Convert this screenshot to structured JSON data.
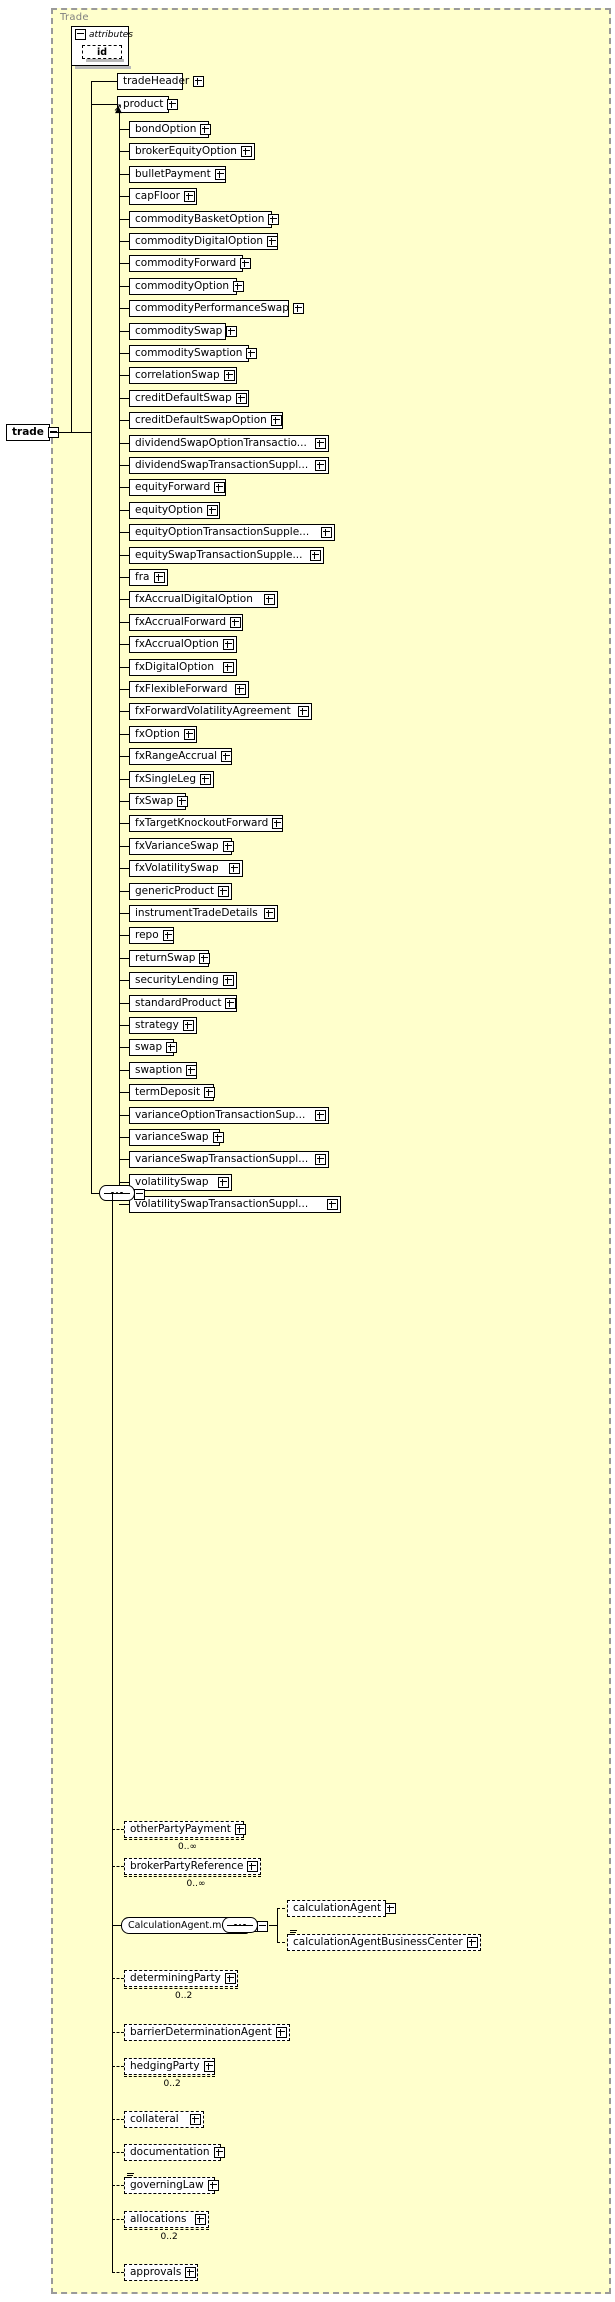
{
  "diagram": {
    "group_title": "Trade",
    "root": {
      "label": "trade",
      "control": "minus-control"
    },
    "attributes": {
      "header_label": "attributes",
      "items": [
        {
          "label": "id"
        }
      ]
    },
    "top_children": [
      {
        "label": "tradeHeader",
        "control": "plus-control"
      },
      {
        "label": "product",
        "control": "plus-control",
        "is_ref": true
      }
    ],
    "products": [
      {
        "label": "bondOption"
      },
      {
        "label": "brokerEquityOption"
      },
      {
        "label": "bulletPayment"
      },
      {
        "label": "capFloor"
      },
      {
        "label": "commodityBasketOption"
      },
      {
        "label": "commodityDigitalOption"
      },
      {
        "label": "commodityForward"
      },
      {
        "label": "commodityOption"
      },
      {
        "label": "commodityPerformanceSwap"
      },
      {
        "label": "commoditySwap"
      },
      {
        "label": "commoditySwaption"
      },
      {
        "label": "correlationSwap"
      },
      {
        "label": "creditDefaultSwap"
      },
      {
        "label": "creditDefaultSwapOption"
      },
      {
        "label": "dividendSwapOptionTransactio..."
      },
      {
        "label": "dividendSwapTransactionSuppl..."
      },
      {
        "label": "equityForward"
      },
      {
        "label": "equityOption"
      },
      {
        "label": "equityOptionTransactionSupple..."
      },
      {
        "label": "equitySwapTransactionSupple..."
      },
      {
        "label": "fra"
      },
      {
        "label": "fxAccrualDigitalOption"
      },
      {
        "label": "fxAccrualForward"
      },
      {
        "label": "fxAccrualOption"
      },
      {
        "label": "fxDigitalOption"
      },
      {
        "label": "fxFlexibleForward"
      },
      {
        "label": "fxForwardVolatilityAgreement"
      },
      {
        "label": "fxOption"
      },
      {
        "label": "fxRangeAccrual"
      },
      {
        "label": "fxSingleLeg"
      },
      {
        "label": "fxSwap"
      },
      {
        "label": "fxTargetKnockoutForward"
      },
      {
        "label": "fxVarianceSwap"
      },
      {
        "label": "fxVolatilitySwap"
      },
      {
        "label": "genericProduct"
      },
      {
        "label": "instrumentTradeDetails"
      },
      {
        "label": "repo"
      },
      {
        "label": "returnSwap"
      },
      {
        "label": "securityLending"
      },
      {
        "label": "standardProduct"
      },
      {
        "label": "strategy"
      },
      {
        "label": "swap"
      },
      {
        "label": "swaption"
      },
      {
        "label": "termDeposit"
      },
      {
        "label": "varianceOptionTransactionSup..."
      },
      {
        "label": "varianceSwap"
      },
      {
        "label": "varianceSwapTransactionSuppl..."
      },
      {
        "label": "volatilitySwap"
      },
      {
        "label": "volatilitySwapTransactionSuppl..."
      }
    ],
    "tail_children": [
      {
        "label": "otherPartyPayment",
        "occurs": "0..∞",
        "optional": true,
        "repeating": true
      },
      {
        "label": "brokerPartyReference",
        "occurs": "0..∞",
        "optional": true,
        "repeating": true
      },
      {
        "label": "determiningParty",
        "occurs": "0..2",
        "optional": true,
        "repeating": true
      },
      {
        "label": "barrierDeterminationAgent",
        "occurs": "",
        "optional": true
      },
      {
        "label": "hedgingParty",
        "occurs": "0..2",
        "optional": true,
        "repeating": true
      },
      {
        "label": "collateral",
        "occurs": "",
        "optional": true
      },
      {
        "label": "documentation",
        "occurs": "",
        "optional": true
      },
      {
        "label": "governingLaw",
        "occurs": "",
        "optional": true,
        "glyph": "list-glyph"
      },
      {
        "label": "allocations",
        "occurs": "0..2",
        "optional": true,
        "repeating": true
      },
      {
        "label": "approvals",
        "occurs": "",
        "optional": true
      }
    ],
    "calculation_agent_model": {
      "label": "CalculationAgent.model",
      "control": "minus-control",
      "sequence_control": "minus-control",
      "children": [
        {
          "label": "calculationAgent",
          "optional": true
        },
        {
          "label": "calculationAgentBusinessCenter",
          "optional": true,
          "glyph": "list-glyph"
        }
      ]
    },
    "choice_node": {
      "control": "minus-control",
      "type": "choice-connector"
    },
    "colors": {
      "background": "#ffffcc",
      "node_fill": "#ffffff",
      "border": "#000000",
      "shadow": "#b9b9b9",
      "group_border": "#9a9a9a",
      "group_title": "#808080"
    }
  }
}
